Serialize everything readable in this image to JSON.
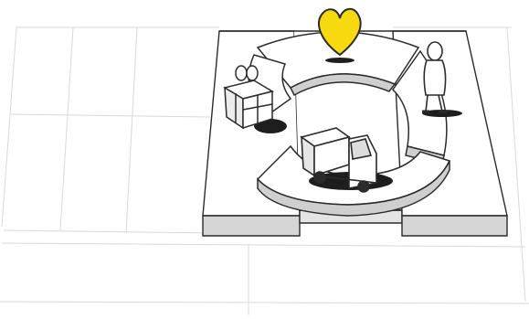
{
  "scene": {
    "elements": [
      "canvas-grid",
      "board-platform",
      "circular-flow-track",
      "heart",
      "customer-figure",
      "gift-box",
      "delivery-truck"
    ],
    "colors": {
      "heart": "#f6d90f",
      "heart_outline": "#2a2a2a",
      "ink": "#2b2b2b",
      "grid_line": "#d8d8d8",
      "platform_top": "#ffffff",
      "platform_side": "#d6d6d6",
      "shadow": "#1e1e1e"
    }
  }
}
